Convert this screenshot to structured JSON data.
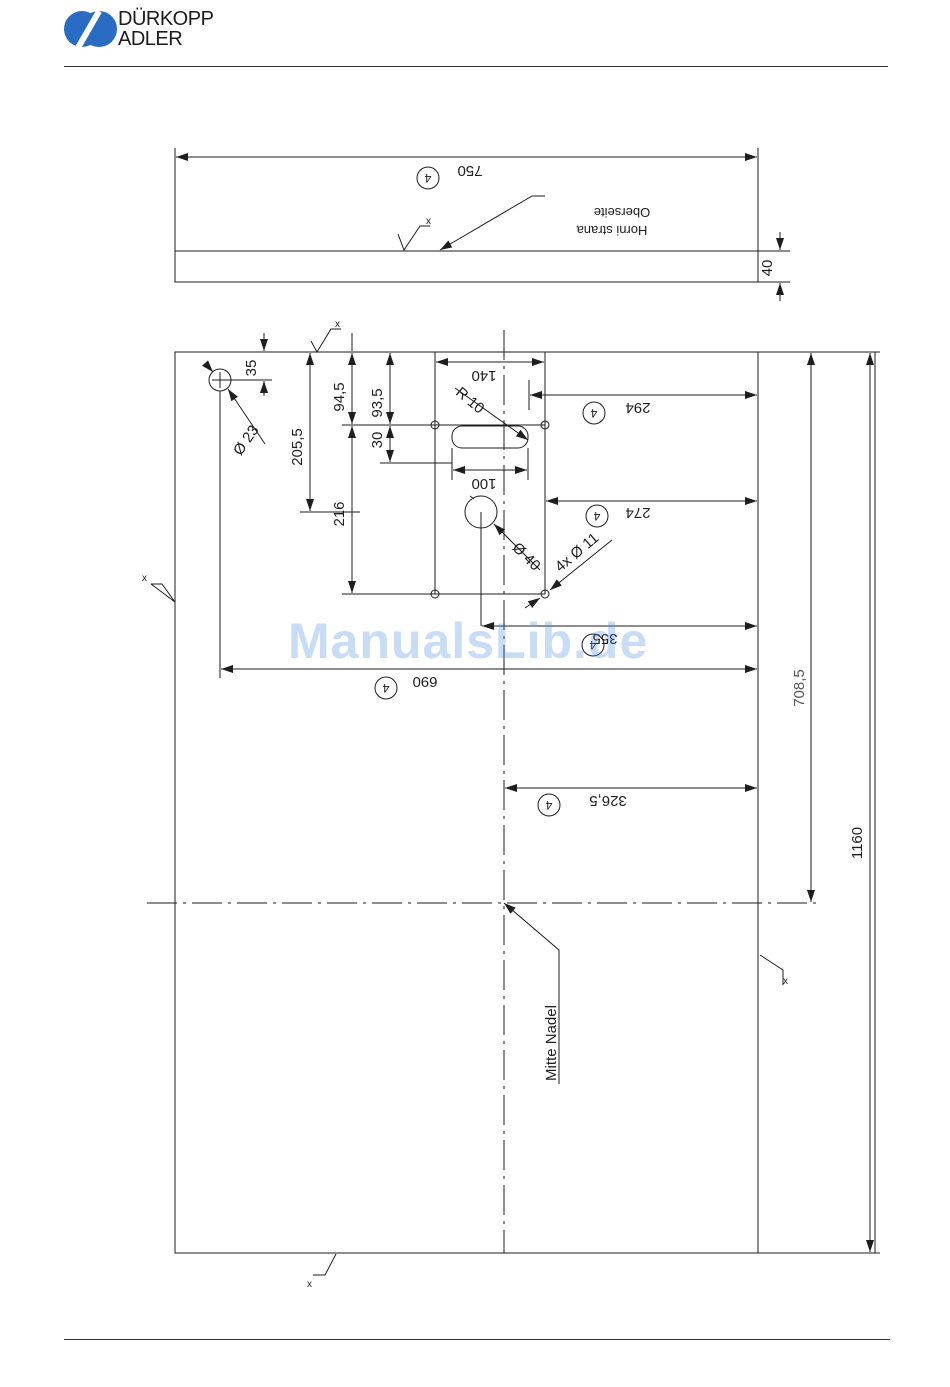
{
  "header": {
    "brand_line1": "DÜRKOPP",
    "brand_line2": "ADLER"
  },
  "drawing": {
    "circled_marker": "4",
    "roughness_symbol": "x",
    "top_view": {
      "dim_width": "750",
      "dim_thickness": "40",
      "label_line1": "Horni strana",
      "label_line2": "Oberseite"
    },
    "plan_view": {
      "dim_35": "35",
      "dim_d23": "Ø 23",
      "dim_205_5": "205,5",
      "dim_94_5": "94,5",
      "dim_93_5": "93,5",
      "dim_30": "30",
      "dim_216": "216",
      "dim_140": "140",
      "dim_r10": "R 10",
      "dim_100": "100",
      "dim_294": "294",
      "dim_274": "274",
      "dim_d40": "Ø 40",
      "dim_4x_d11": "4x  Ø 11",
      "dim_355": "355",
      "dim_690": "690",
      "dim_326_5": "326,5",
      "dim_708_5": "708,5",
      "dim_1160": "1160",
      "label_needle": "Mitte Nadel"
    }
  },
  "watermark": "ManualsLib.de"
}
